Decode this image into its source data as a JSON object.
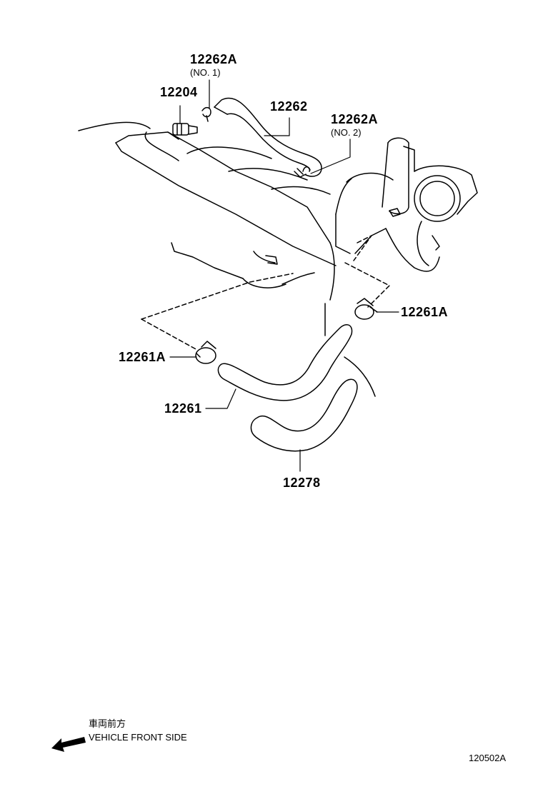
{
  "callouts": {
    "p12262A_no1": {
      "number": "12262A",
      "sub": "(NO. 1)"
    },
    "p12204": {
      "number": "12204"
    },
    "p12262": {
      "number": "12262"
    },
    "p12262A_no2": {
      "number": "12262A",
      "sub": "(NO. 2)"
    },
    "p12261A_right": {
      "number": "12261A"
    },
    "p12261A_left": {
      "number": "12261A"
    },
    "p12261": {
      "number": "12261"
    },
    "p12278": {
      "number": "12278"
    }
  },
  "legend": {
    "japanese": "車両前方",
    "english": "VEHICLE FRONT SIDE",
    "icon": "arrow-left-down-icon"
  },
  "figure_code": "120502A",
  "colors": {
    "line": "#000000",
    "background": "#ffffff"
  }
}
